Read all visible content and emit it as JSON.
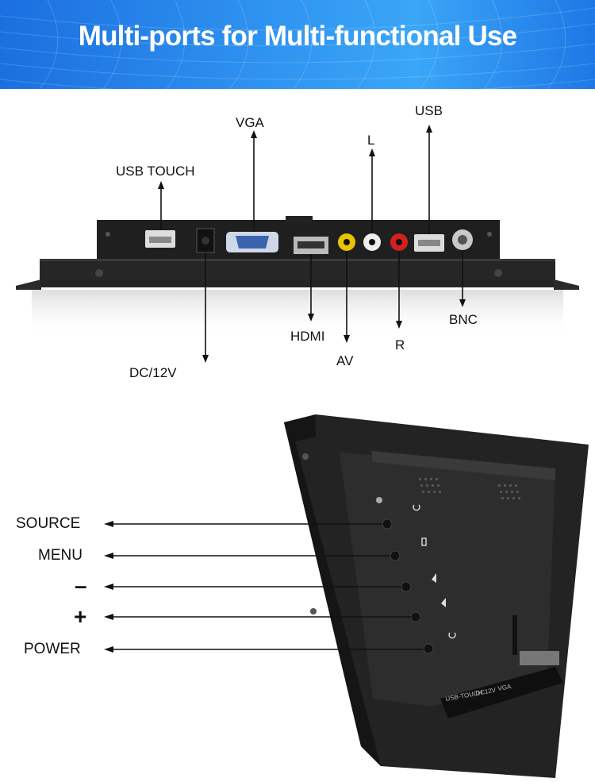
{
  "banner": {
    "title": "Multi-ports for Multi-functional Use"
  },
  "ports_panel": {
    "labels": {
      "usb_touch": "USB TOUCH",
      "vga": "VGA",
      "l": "L",
      "usb": "USB",
      "hdmi": "HDMI",
      "av": "AV",
      "r": "R",
      "bnc": "BNC",
      "dc": "DC/12V"
    }
  },
  "buttons_panel": {
    "labels": {
      "source": "SOURCE",
      "menu": "MENU",
      "minus": "–",
      "plus": "+",
      "power": "POWER"
    },
    "bottom_port_labels": [
      "USB-TOUCH",
      "DC12V",
      "VGA"
    ]
  },
  "colors": {
    "banner_blue": "#2f93f0",
    "arrow": "#111111",
    "device": "#1c1c1c"
  },
  "icons": [
    "power-icon",
    "menu-icon",
    "arrow-up-icon",
    "arrow-down-icon"
  ]
}
